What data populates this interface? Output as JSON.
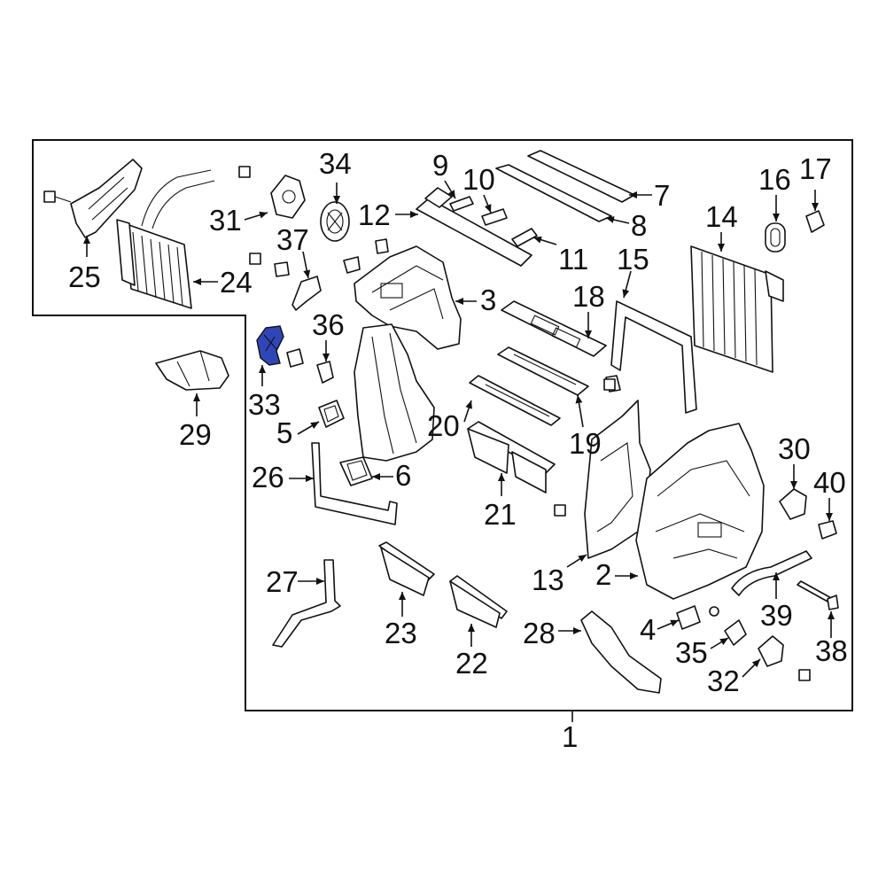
{
  "diagram": {
    "highlight_color": "#3046b8",
    "highlighted_part": "33",
    "assembly_label": "1",
    "callouts": [
      "2",
      "3",
      "4",
      "5",
      "6",
      "7",
      "8",
      "9",
      "10",
      "11",
      "12",
      "13",
      "14",
      "15",
      "16",
      "17",
      "18",
      "19",
      "20",
      "21",
      "22",
      "23",
      "24",
      "25",
      "26",
      "27",
      "28",
      "29",
      "30",
      "31",
      "32",
      "33",
      "34",
      "35",
      "36",
      "37",
      "38",
      "39",
      "40"
    ]
  }
}
